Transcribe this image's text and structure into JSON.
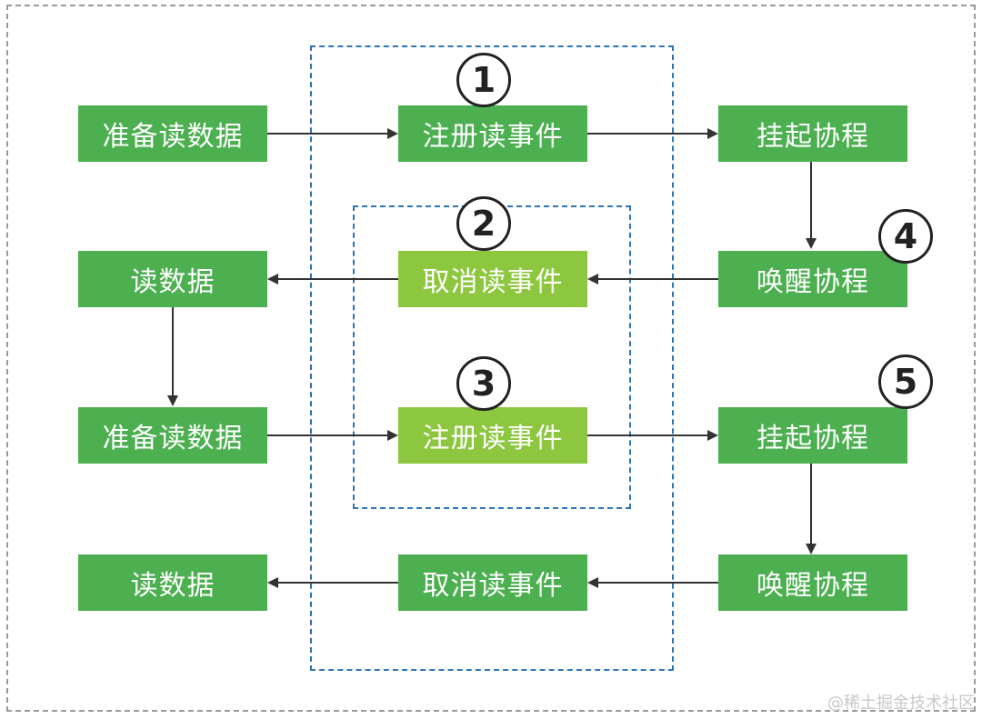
{
  "boxes": {
    "prepare_read_1": "准备读数据",
    "register_read_1": "注册读事件",
    "suspend_1": "挂起协程",
    "read_1": "读数据",
    "cancel_read_1": "取消读事件",
    "wakeup_1": "唤醒协程",
    "prepare_read_2": "准备读数据",
    "register_read_2": "注册读事件",
    "suspend_2": "挂起协程",
    "read_2": "读数据",
    "cancel_read_2": "取消读事件",
    "wakeup_2": "唤醒协程"
  },
  "badges": {
    "b1": "1",
    "b2": "2",
    "b3": "3",
    "b4": "4",
    "b5": "5"
  },
  "colors": {
    "box_green": "#4caf50",
    "box_light_green": "#8dc63f",
    "group_border": "#2e75b6"
  },
  "watermark": "@稀土掘金技术社区"
}
